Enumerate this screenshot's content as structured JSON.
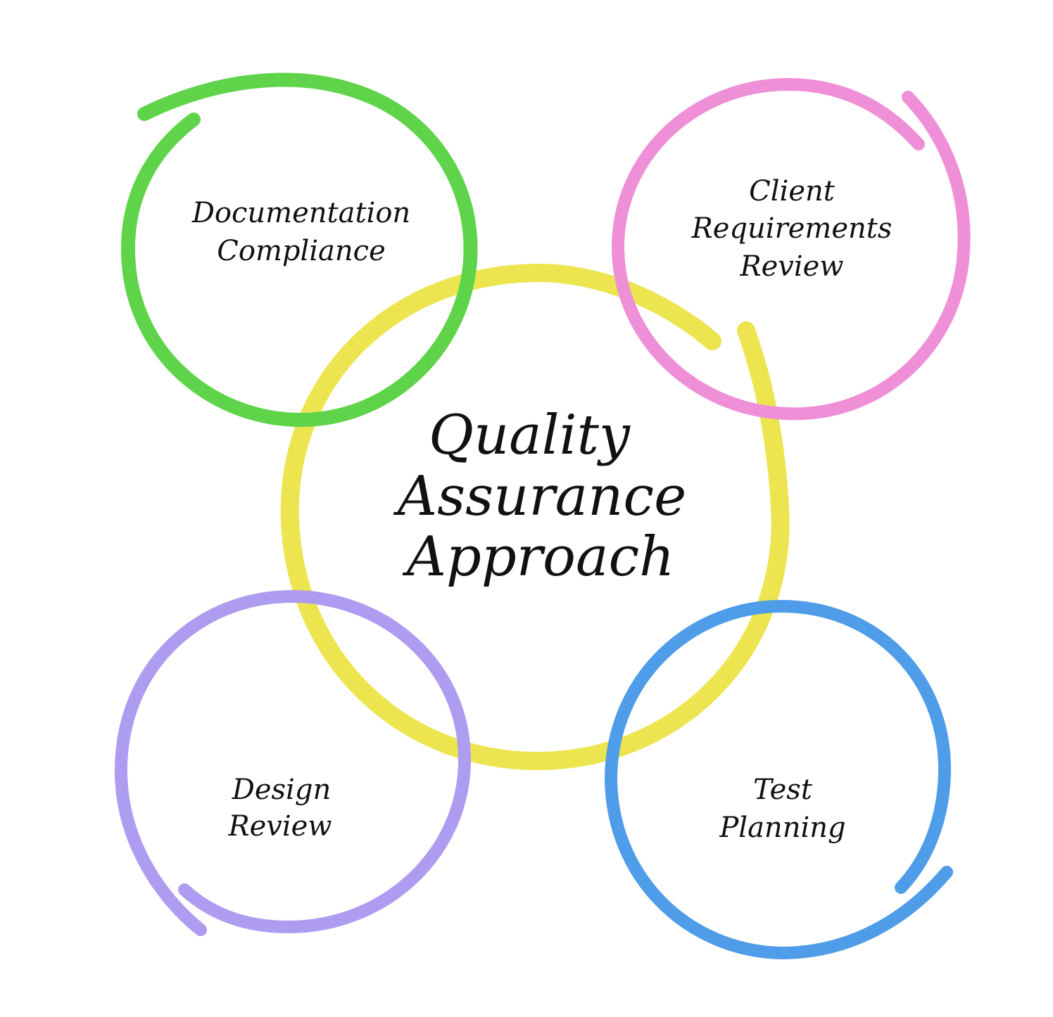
{
  "center": {
    "lines": [
      "Quality",
      "Assurance",
      "Approach"
    ],
    "color": "#ece54f"
  },
  "nodes": [
    {
      "id": "documentation-compliance",
      "lines": [
        "Documentation",
        "Compliance"
      ],
      "color": "#5fd44a"
    },
    {
      "id": "client-requirements-review",
      "lines": [
        "Client",
        "Requirements",
        "Review"
      ],
      "color": "#ee8fd8"
    },
    {
      "id": "design-review",
      "lines": [
        "Design",
        "Review"
      ],
      "color": "#ad9cf0"
    },
    {
      "id": "test-planning",
      "lines": [
        "Test",
        "Planning"
      ],
      "color": "#4f9de8"
    }
  ]
}
